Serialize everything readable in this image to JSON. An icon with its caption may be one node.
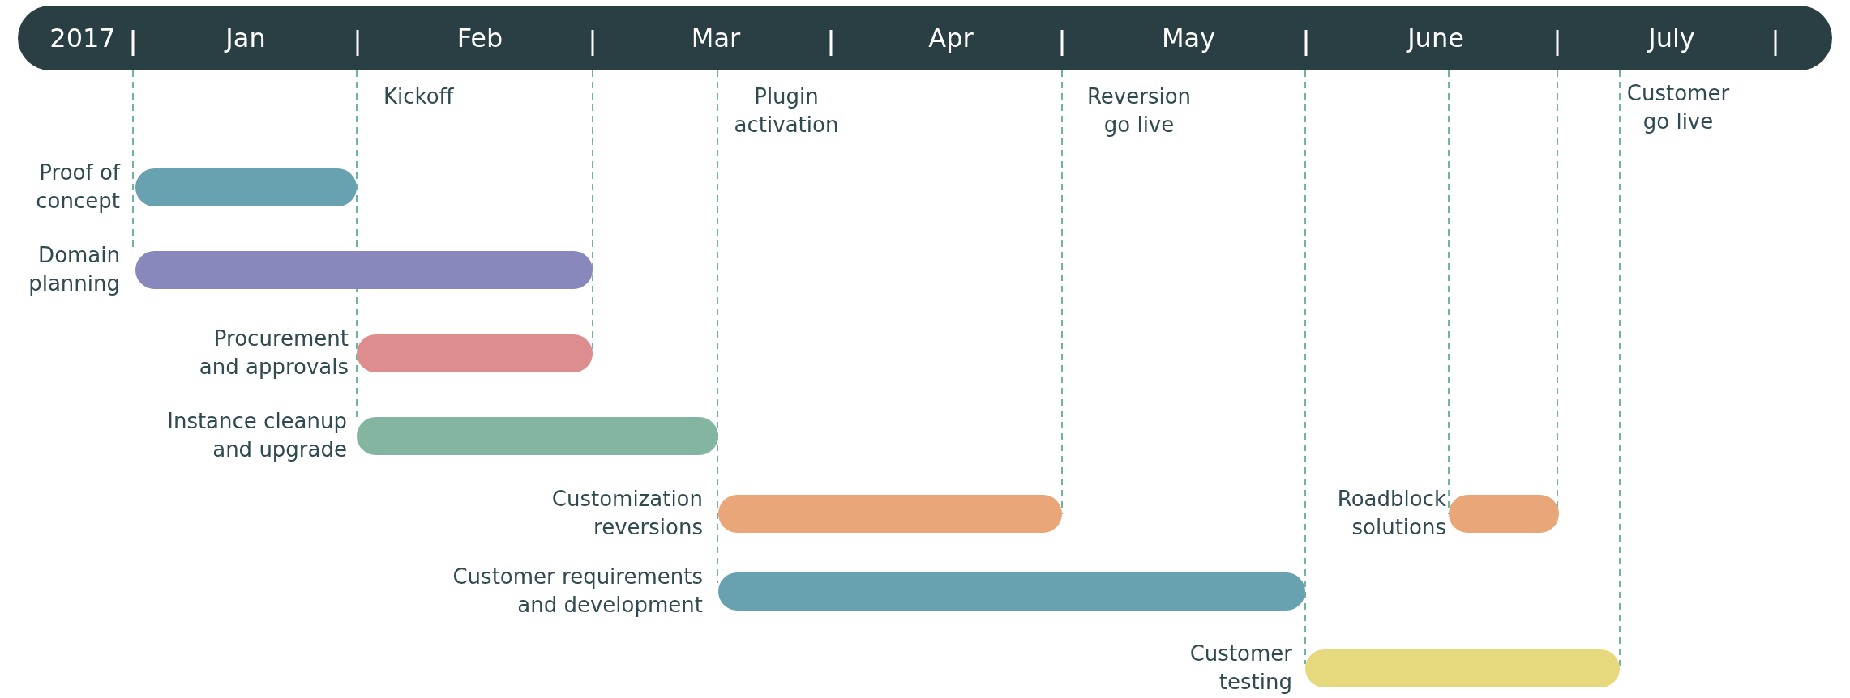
{
  "diagram": {
    "nodes": [
      {
        "text": [],
        "shape": "bar",
        "beside": [
          "Proof of concept"
        ]
      },
      {
        "text": [],
        "shape": "bar",
        "beside": [
          "Domain planning"
        ]
      },
      {
        "text": [],
        "shape": "bar",
        "beside": [
          "Procurement and approvals"
        ]
      },
      {
        "text": [],
        "shape": "bar",
        "beside": [
          "Instance cleanup and upgrade"
        ]
      },
      {
        "text": [],
        "shape": "bar",
        "beside": [
          "Customization reversions"
        ]
      },
      {
        "text": [],
        "shape": "bar",
        "beside": [
          "Customer requirements and development"
        ]
      },
      {
        "text": [],
        "shape": "bar",
        "beside": [
          "Roadblock solutions"
        ]
      },
      {
        "text": [],
        "shape": "bar",
        "beside": [
          "Customer testing"
        ]
      }
    ],
    "labels": [
      "2017",
      "Jan",
      "Feb",
      "Mar",
      "Apr",
      "May",
      "June",
      "July",
      "Kickoff",
      "Plugin activation",
      "Reversion go live",
      "Customer go live"
    ]
  }
}
